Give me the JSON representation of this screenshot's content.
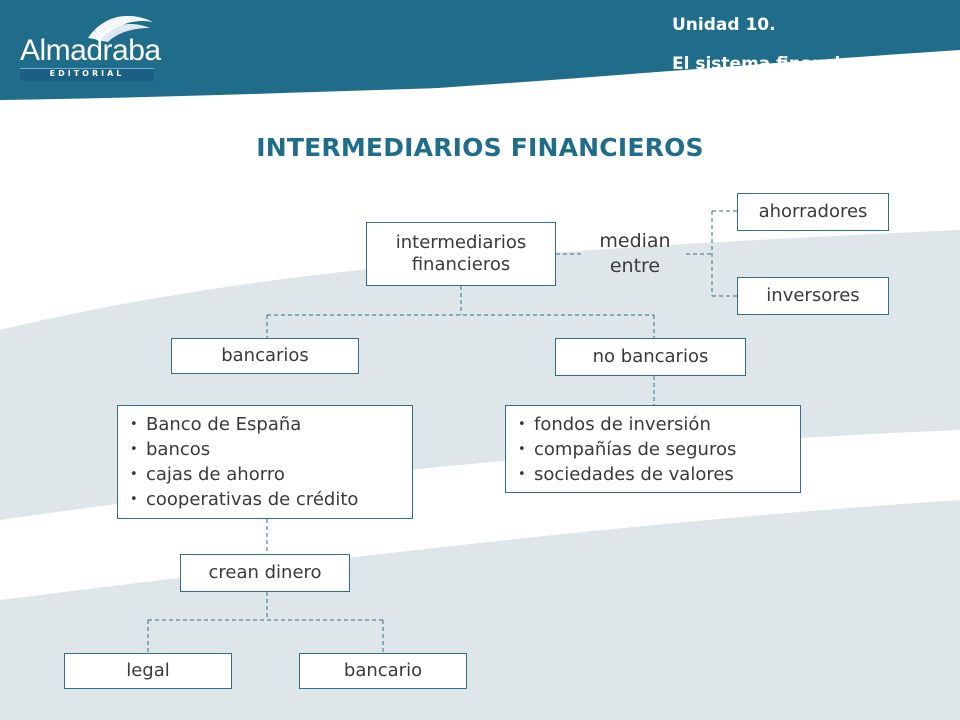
{
  "brand": {
    "name": "Almadraba",
    "sub": "EDITORIAL",
    "colors": {
      "primary": "#1f6d8b",
      "wave": "#dfe6ea",
      "logo_blue": "#2a6fb0"
    }
  },
  "header": {
    "unit": "Unidad 10.",
    "subtitle": "El sistema financiero y la política monetaria"
  },
  "title": "INTERMEDIARIOS FINANCIEROS",
  "nodes": {
    "root": "intermediarios\nfinancieros",
    "median": "median\nentre",
    "ahorradores": "ahorradores",
    "inversores": "inversores",
    "bancarios": "bancarios",
    "no_bancarios": "no bancarios",
    "crean_dinero": "crean dinero",
    "legal": "legal",
    "bancario": "bancario"
  },
  "bancarios_list": [
    "Banco de España",
    "bancos",
    "cajas de ahorro",
    "cooperativas de crédito"
  ],
  "no_bancarios_list": [
    "fondos de inversión",
    "compañías de seguros",
    "sociedades de valores"
  ]
}
